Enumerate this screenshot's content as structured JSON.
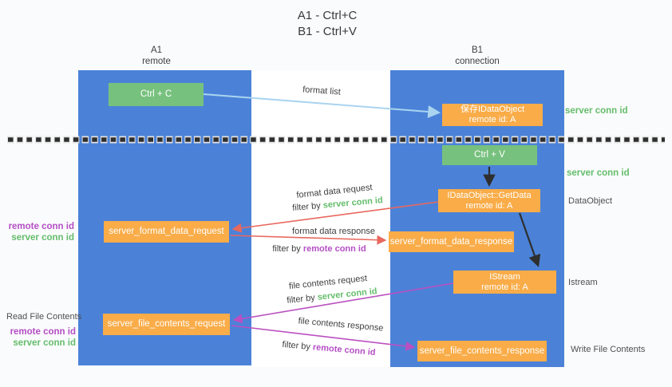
{
  "title": {
    "line1": "A1 - Ctrl+C",
    "line2": "B1 - Ctrl+V"
  },
  "columns": {
    "left": {
      "name": "A1",
      "role": "remote"
    },
    "right": {
      "name": "B1",
      "role": "connection"
    }
  },
  "nodes": {
    "ctrl_c": {
      "label": "Ctrl + C"
    },
    "save_idataobject": {
      "line1": "保存IDataObject",
      "line2": "remote id: A"
    },
    "ctrl_v": {
      "label": "Ctrl + V"
    },
    "getdata": {
      "line1": "IDataObject::GetData",
      "line2": "remote id: A"
    },
    "format_request": {
      "label": "server_format_data_request"
    },
    "format_response": {
      "label": "server_format_data_response"
    },
    "istream": {
      "line1": "IStream",
      "line2": "remote id: A"
    },
    "file_request": {
      "label": "server_file_contents_request"
    },
    "file_response": {
      "label": "server_file_contents_response"
    }
  },
  "flow": {
    "format_list": "format list",
    "format_data_request": "format data request",
    "format_data_response": "format data response",
    "file_contents_request": "file contents request",
    "file_contents_response": "file contents response",
    "filter_by": "filter by ",
    "server_conn_id": "server conn id",
    "remote_conn_id": "remote conn id"
  },
  "side": {
    "server_conn_id": "server conn id",
    "remote_conn_id": "remote conn id",
    "dataobject": "DataObject",
    "istream": "Istream",
    "read_file_contents": "Read File Contents",
    "write_file_contents": "Write File Contents"
  },
  "colors": {
    "column_blue": "#4b82d8",
    "node_green": "#77c17e",
    "node_orange": "#f9ac48",
    "arrow_light_blue": "#aad4f0",
    "arrow_red": "#e8685e",
    "arrow_magenta": "#bb4fc1",
    "arrow_black": "#2e2e2e",
    "text_green": "#65bd6c",
    "text_purple": "#b44ec4"
  }
}
